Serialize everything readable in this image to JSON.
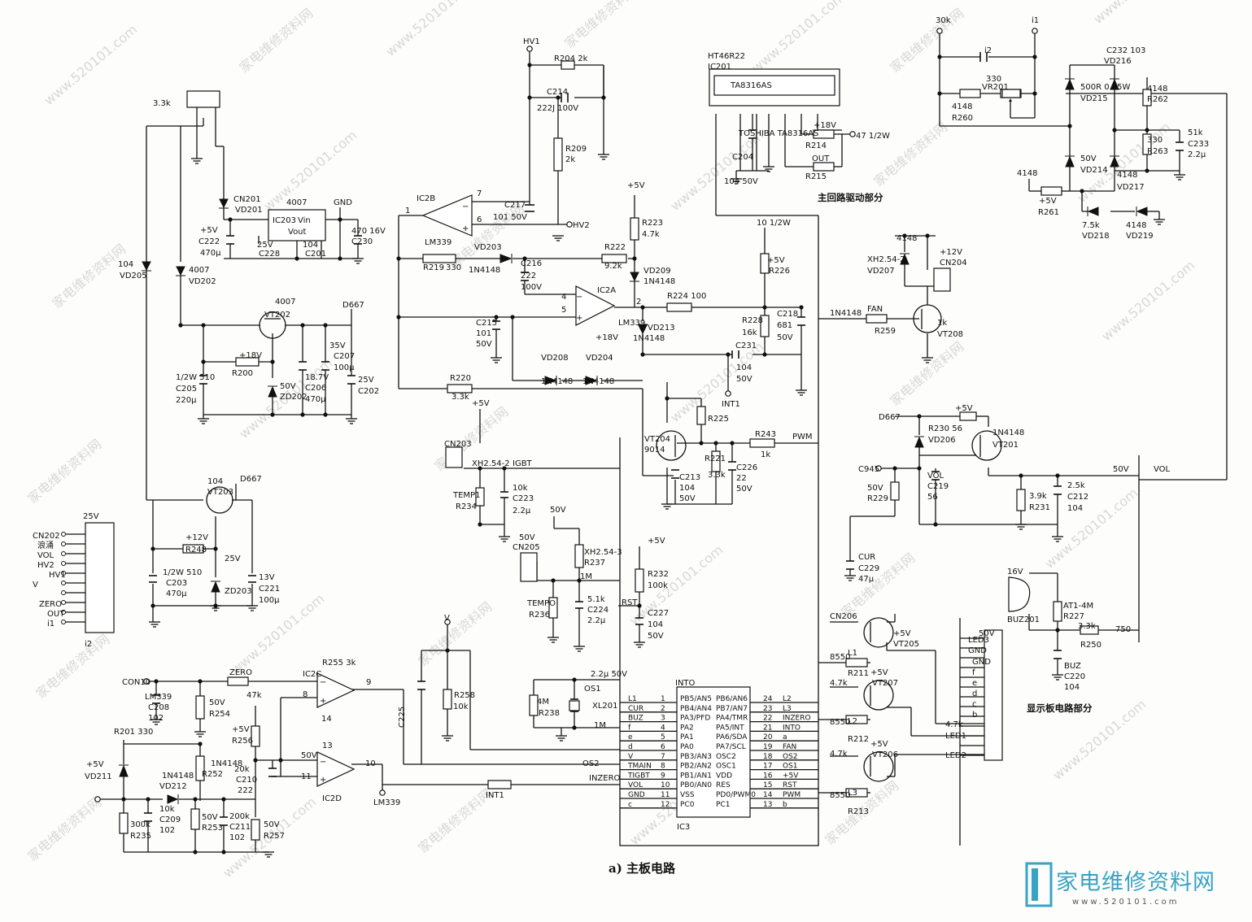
{
  "caption": "a) 主板电路",
  "sections": {
    "main_driver": "主回路驱动部分",
    "display_board": "显示板电路部分"
  },
  "watermark": {
    "site": "www.520101.com",
    "name": "家电维修资料网",
    "brand_text": "家电维修资料网",
    "brand_url": "www.520101.com"
  },
  "labels": [
    "HV1",
    "R204 2k",
    "C214",
    "222J 100V",
    "R209",
    "2k",
    "IC2B",
    "7",
    "6",
    "1",
    "C217",
    "101 50V",
    "HV2",
    "LM339",
    "R219",
    "330",
    "VD203",
    "1N4148",
    "C216",
    "222",
    "100V",
    "R222",
    "9.2k",
    "R223",
    "4.7k",
    "+5V",
    "VD209",
    "1N4148",
    "4",
    "5",
    "IC2A",
    "LM339",
    "+18V",
    "2",
    "R224 100",
    "C215",
    "101",
    "50V",
    "VD213",
    "1N4148",
    "R228",
    "16k",
    "C218",
    "681",
    "50V",
    "C231",
    "104",
    "50V",
    "INT1",
    "VD208",
    "VD204",
    "1N4148",
    "1N4148",
    "R220",
    "3.3k",
    "+5V",
    "R225",
    "VT204",
    "9014",
    "R221",
    "3.3k",
    "C226",
    "22",
    "50V",
    "R243",
    "1k",
    "PWM",
    "C213",
    "104",
    "50V",
    "CN203",
    "XH2.54-2",
    "IGBT",
    "TEMP1",
    "R234",
    "10k",
    "C223",
    "2.2μ",
    "50V",
    "CN205",
    "XH2.54-3",
    "R237",
    "1M",
    "TEMPO",
    "R236",
    "5.1k",
    "C224",
    "2.2μ",
    "50V",
    "+5V",
    "R232",
    "100k",
    "RST",
    "C227",
    "104",
    "50V",
    "V",
    "R258",
    "10k",
    "C225",
    "2.2μ 50V",
    "OS1",
    "XL201",
    "4M",
    "R238",
    "1M",
    "OS2",
    "INZERO",
    "INTO",
    "IC3",
    "HT46R22",
    "IC201",
    "TA8316AS",
    "TOSHIBA  TA8316AS",
    "C204",
    "104 50V",
    "+18V",
    "R214",
    "47 1/2W",
    "OUT",
    "R215",
    "10 1/2W",
    "+5V",
    "R226",
    "3.3k",
    "CN201",
    "VD201",
    "4007",
    "IC203",
    "Vin",
    "Vout",
    "GND",
    "+5V",
    "C222",
    "470μ",
    "25V",
    "C228",
    "104",
    "C201",
    "470 16V",
    "C230",
    "104",
    "VD205",
    "4007",
    "VD202",
    "4007",
    "VT202",
    "D667",
    "+18V",
    "R200",
    "1/2W 510",
    "C205",
    "220μ",
    "50V",
    "ZD202",
    "18.7V",
    "C206",
    "470μ",
    "35V",
    "C207",
    "100μ",
    "25V",
    "C202",
    "104",
    "VT203",
    "D667",
    "+12V",
    "R248",
    "1/2W 510",
    "C203",
    "470μ",
    "25V",
    "ZD203",
    "13V",
    "C221",
    "100μ",
    "25V",
    "CN202",
    "浪涌",
    "VOL",
    "HV2",
    "HV1",
    "V",
    "ZERO",
    "OUT",
    "i1",
    "i2",
    "CON10",
    "ZERO",
    "R255 3k",
    "IC2C",
    "8",
    "9",
    "14",
    "LM339",
    "C208",
    "102",
    "50V",
    "R254",
    "47k",
    "+5V",
    "R256",
    "20k",
    "C210",
    "222",
    "50V",
    "11",
    "10",
    "13",
    "IC2D",
    "LM339",
    "INT1",
    "R201 330",
    "+5V",
    "VD211",
    "1N4148",
    "VD212",
    "1N4148",
    "R252",
    "300k",
    "R235",
    "10k",
    "C209",
    "102",
    "50V",
    "R253",
    "200k",
    "C211",
    "102",
    "50V",
    "R257",
    "30k",
    "i1",
    "i2",
    "C232 103",
    "VD216",
    "4148",
    "R260",
    "330",
    "VR201",
    "500R 0.25W",
    "VD215",
    "4148",
    "R262",
    "330",
    "R263",
    "51k",
    "C233",
    "2.2μ",
    "50V",
    "VD214",
    "4148",
    "VD217",
    "4148",
    "+5V",
    "R261",
    "7.5k",
    "VD218",
    "4148",
    "VD219",
    "4148",
    "+12V",
    "CN204",
    "XH2.54-2",
    "VD207",
    "1N4148",
    "FAN",
    "R259",
    "1k",
    "VT208",
    "D667",
    "+5V",
    "R230 56",
    "VD206",
    "1N4148",
    "VT201",
    "C945",
    "VOL",
    "C219",
    "56",
    "50V",
    "R229",
    "3.9k",
    "R231",
    "2.5k",
    "C212",
    "104",
    "50V",
    "VOL",
    "CUR",
    "C229",
    "47μ",
    "16V",
    "BUZ201",
    "AT1-4M",
    "R227",
    "3.3k",
    "R250",
    "750",
    "BUZ",
    "C220",
    "104",
    "50V",
    "CN206",
    "+5V",
    "VT205",
    "8550",
    "L1",
    "R211",
    "4.7k",
    "+5V",
    "VT207",
    "8550",
    "L2",
    "R212",
    "4.7k",
    "+5V",
    "VT206",
    "8550",
    "L3",
    "R213",
    "4.7k",
    "LED1",
    "LED2",
    "LED3",
    "GND",
    "GND",
    "f",
    "e",
    "d",
    "c",
    "b",
    "a"
  ],
  "ic3_left": [
    [
      "L1",
      "1",
      "PB5/AN5"
    ],
    [
      "CUR",
      "2",
      "PB4/AN4"
    ],
    [
      "BUZ",
      "3",
      "PA3/PFD"
    ],
    [
      "f",
      "4",
      "PA2"
    ],
    [
      "e",
      "5",
      "PA1"
    ],
    [
      "d",
      "6",
      "PA0"
    ],
    [
      "V",
      "7",
      "PB3/AN3"
    ],
    [
      "TMAIN",
      "8",
      "PB2/AN2"
    ],
    [
      "TIGBT",
      "9",
      "PB1/AN1"
    ],
    [
      "VOL",
      "10",
      "PB0/AN0"
    ],
    [
      "GND",
      "11",
      "VSS"
    ],
    [
      "c",
      "12",
      "PC0"
    ]
  ],
  "ic3_right": [
    [
      "PB6/AN6",
      "24",
      "L2"
    ],
    [
      "PB7/AN7",
      "23",
      "L3"
    ],
    [
      "PA4/TMR",
      "22",
      "INZERO"
    ],
    [
      "PA5/INT",
      "21",
      "INTO"
    ],
    [
      "PA6/SDA",
      "20",
      "a"
    ],
    [
      "PA7/SCL",
      "19",
      "FAN"
    ],
    [
      "OSC2",
      "18",
      "OS2"
    ],
    [
      "OSC1",
      "17",
      "OS1"
    ],
    [
      "VDD",
      "16",
      "+5V"
    ],
    [
      "RES",
      "15",
      "RST"
    ],
    [
      "PD0/PWM0",
      "14",
      "PWM"
    ],
    [
      "PC1",
      "13",
      "b"
    ]
  ]
}
